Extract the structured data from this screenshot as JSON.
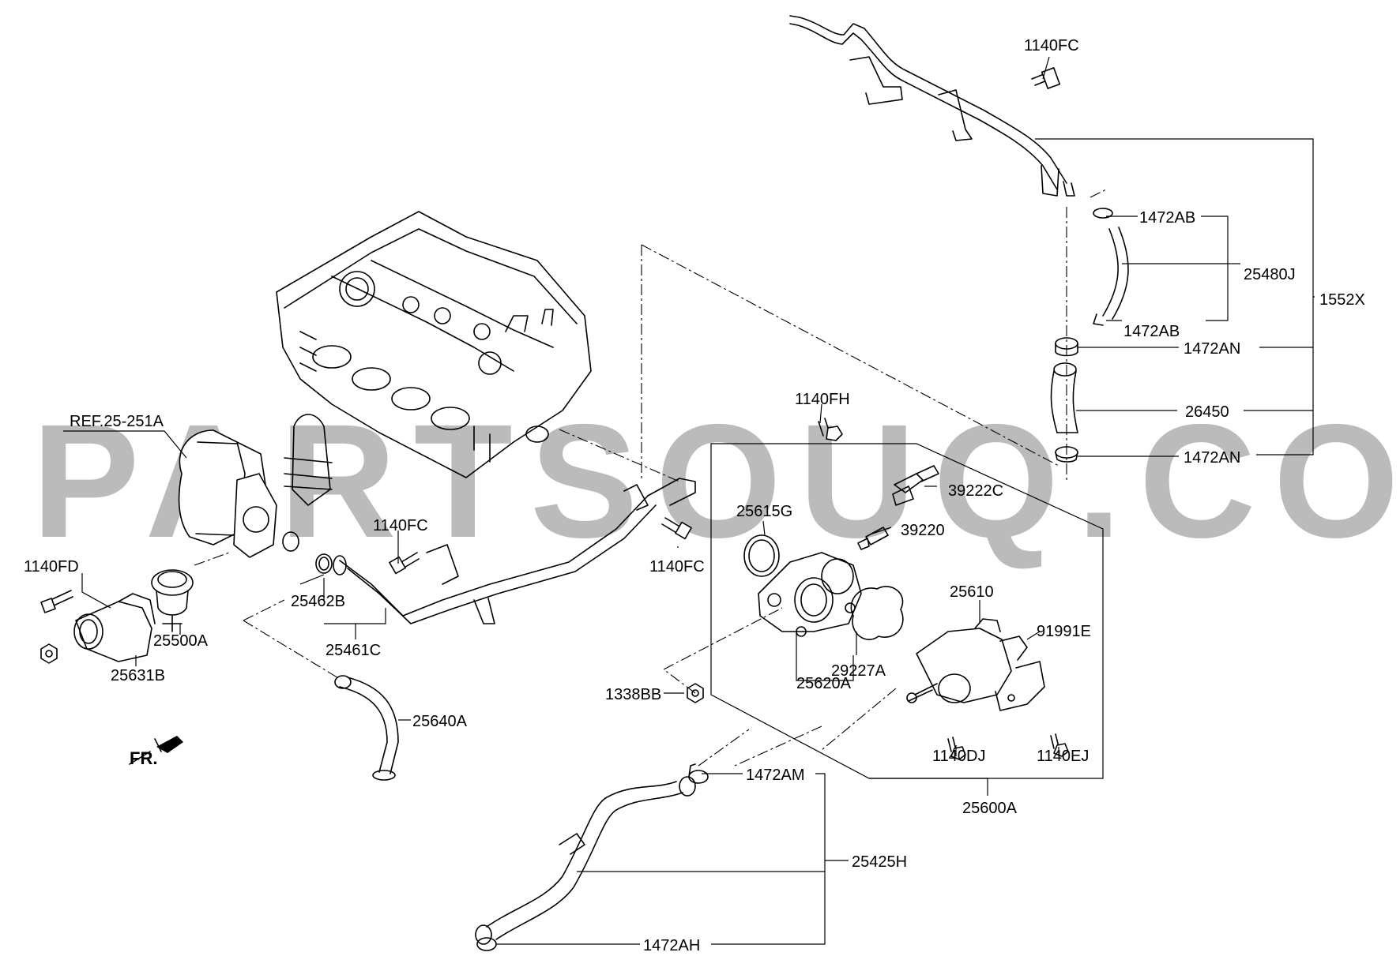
{
  "watermark": "PARTSOUQ.COM",
  "reference": "REF.25-251A",
  "direction": "FR.",
  "labels": {
    "p1140FC_top": "1140FC",
    "p1472AB_1": "1472AB",
    "p25480J": "25480J",
    "p1552X": "1552X",
    "p1472AB_2": "1472AB",
    "p1472AN_1": "1472AN",
    "p26450": "26450",
    "p1472AN_2": "1472AN",
    "p1140FH": "1140FH",
    "p39222C": "39222C",
    "p39220": "39220",
    "p25615G": "25615G",
    "p1140FC_mid": "1140FC",
    "p1140FC_right": "1140FC",
    "p1140FD": "1140FD",
    "p25462B": "25462B",
    "p25500A": "25500A",
    "p25461C": "25461C",
    "p25631B": "25631B",
    "p25610": "25610",
    "p91991E": "91991E",
    "p29227A": "29227A",
    "p1338BB": "1338BB",
    "p25620A": "25620A",
    "p25640A": "25640A",
    "p1140DJ": "1140DJ",
    "p1140EJ": "1140EJ",
    "p1472AM": "1472AM",
    "p25600A": "25600A",
    "p25425H": "25425H",
    "p1472AH": "1472AH"
  }
}
